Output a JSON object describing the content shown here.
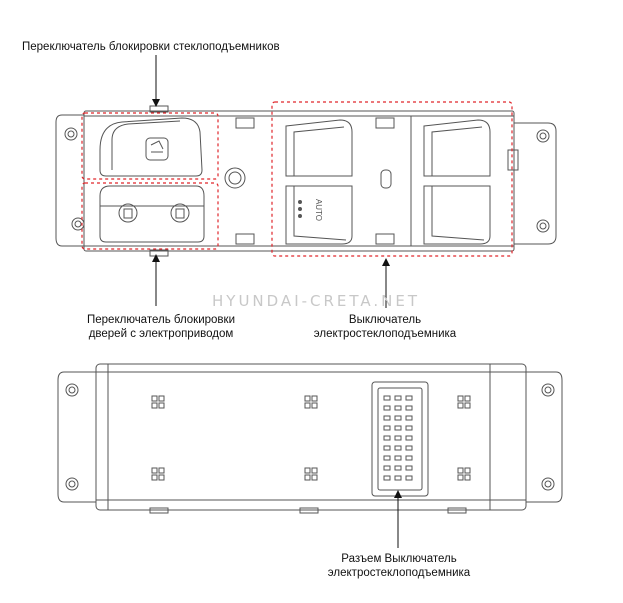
{
  "labels": {
    "window_lock": "Переключатель блокировки стеклоподъемников",
    "door_lock_line1": "Переключатель блокировки",
    "door_lock_line2": "дверей с электроприводом",
    "window_switch_line1": "Выключатель",
    "window_switch_line2": "электростеклоподъемника",
    "connector_line1": "Разъем Выключатель",
    "connector_line2": "электростеклоподъемника"
  },
  "button_text": {
    "auto": "AUTO"
  },
  "watermark": "HYUNDAI-CRETA.NET",
  "colors": {
    "outline": "#555555",
    "highlight": "#e0262b",
    "text": "#111111"
  }
}
